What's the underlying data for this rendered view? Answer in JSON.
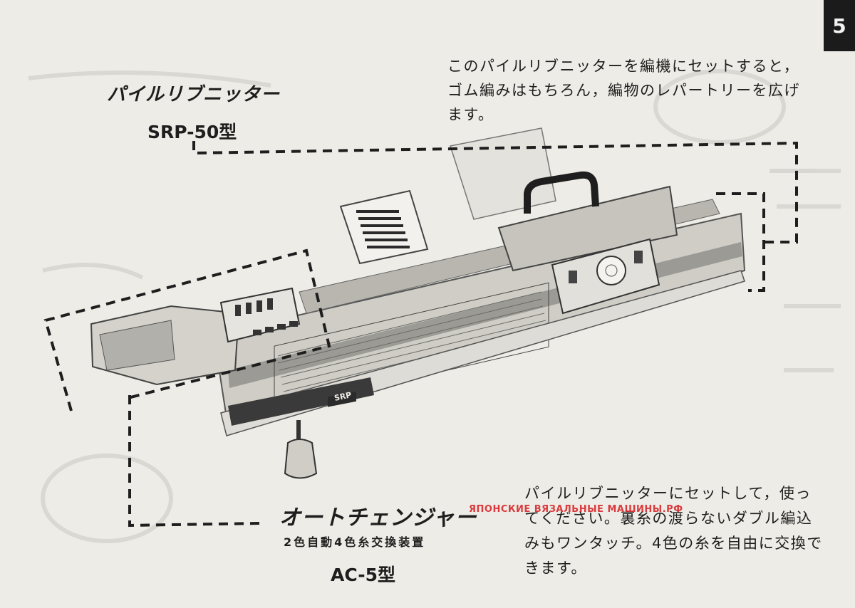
{
  "page": {
    "number": "5"
  },
  "product1": {
    "name": "パイルリブニッター",
    "model": "SRP-50型",
    "description": "このパイルリブニッターを編機にセットすると，ゴム編みはもちろん，編物のレパートリーを広げます。"
  },
  "product2": {
    "name": "オートチェンジャー",
    "subtitle": "2色自動4色糸交換装置",
    "model": "AC-5型",
    "description": "パイルリブニッターにセットして，使ってください。裏糸の渡らないダブル編込みもワンタッチ。4色の糸を自由に交換できます。"
  },
  "watermark": "ЯПОНСКИЕ ВЯЗАЛЬНЫЕ МАШИНЫ.РФ",
  "machine_label": "SRP"
}
